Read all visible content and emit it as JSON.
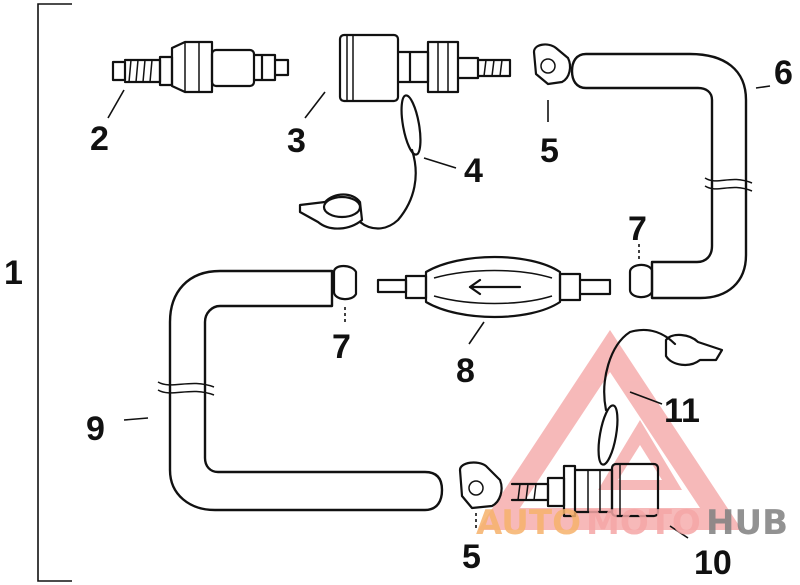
{
  "callouts": {
    "c1": "1",
    "c2": "2",
    "c3": "3",
    "c4": "4",
    "c5a": "5",
    "c5b": "5",
    "c6": "6",
    "c7a": "7",
    "c7b": "7",
    "c8": "8",
    "c9": "9",
    "c10": "10",
    "c11": "11"
  },
  "watermark": {
    "part1": "AUTO",
    "part2": "MOTO",
    "part3": "HUB",
    "color1": "#f6b26b",
    "color2": "#f4a6a6",
    "color3": "#7f7f7f",
    "triangle_color": "#f08080"
  }
}
